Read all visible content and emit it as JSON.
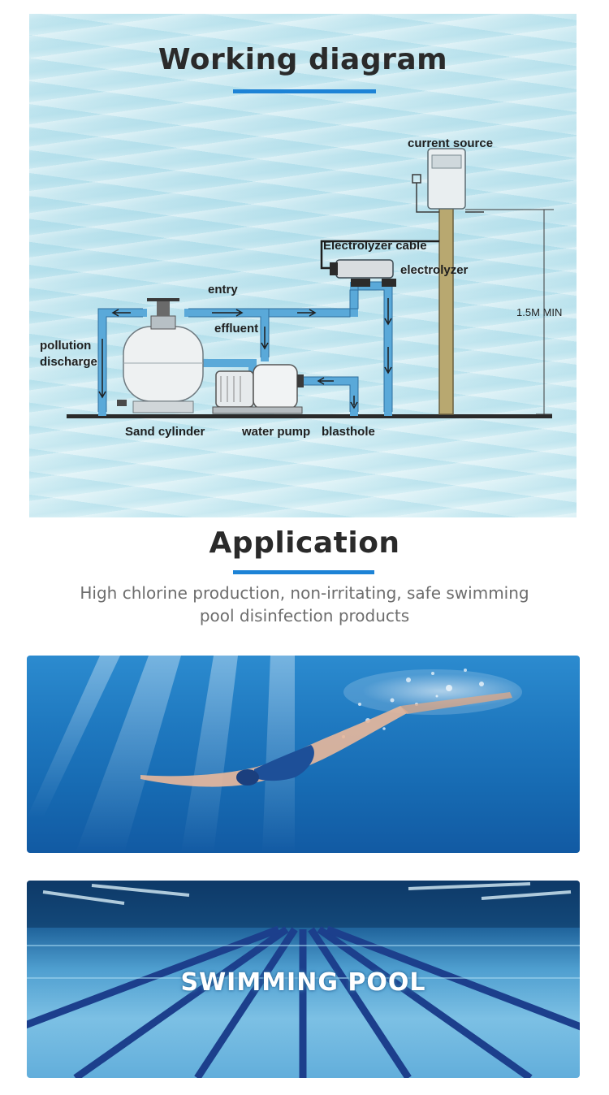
{
  "diagram": {
    "title": "Working diagram",
    "labels": {
      "current_source": "current source",
      "electrolyzer_cable": "Electrolyzer cable",
      "electrolyzer": "electrolyzer",
      "entry": "entry",
      "effluent": "effluent",
      "pollution_discharge_line1": "pollution",
      "pollution_discharge_line2": "discharge",
      "height_min": "1.5M MIN",
      "sand_cylinder": "Sand cylinder",
      "water_pump": "water pump",
      "blasthole": "blasthole"
    }
  },
  "application": {
    "title": "Application",
    "description": "High chlorine production, non-irritating, safe swimming pool disinfection products"
  },
  "photos": {
    "pool_caption": "SWIMMING POOL"
  },
  "colors": {
    "accent": "#1d83d6",
    "pipe": "#5aa9d9",
    "title_text": "#2a2a2a",
    "desc_text": "#6d6d6d"
  }
}
